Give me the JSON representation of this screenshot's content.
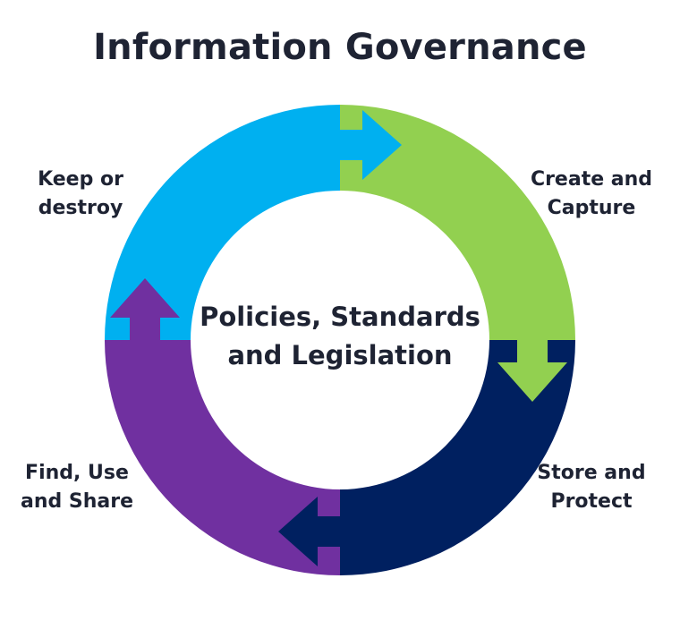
{
  "title": "Information Governance",
  "center": {
    "line1": "Policies, Standards",
    "line2": "and Legislation"
  },
  "stages": {
    "create": {
      "label": "Create and\nCapture",
      "color": "#92d050"
    },
    "store": {
      "label": "Store and\nProtect",
      "color": "#002060"
    },
    "find": {
      "label": "Find, Use\nand Share",
      "color": "#7030a0"
    },
    "keep": {
      "label": "Keep or\ndestroy",
      "color": "#00b0f0"
    }
  }
}
